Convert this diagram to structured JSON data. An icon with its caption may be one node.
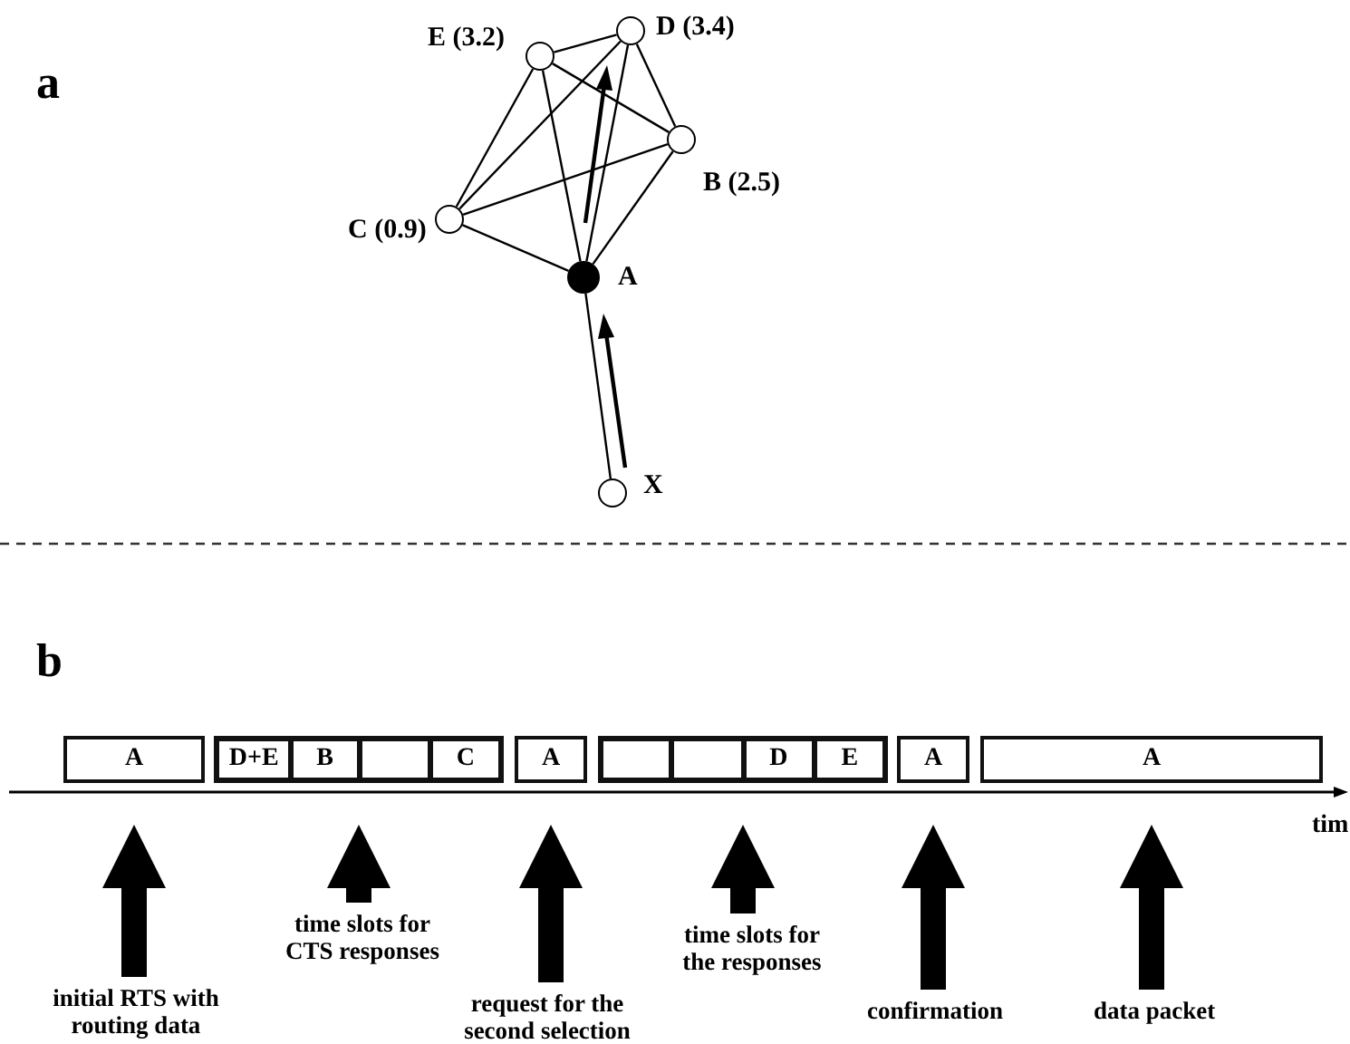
{
  "diagram": {
    "nodes": [
      {
        "text": [],
        "shape": "circle",
        "beside": [
          "E (3.2)"
        ]
      },
      {
        "text": [],
        "shape": "circle",
        "beside": [
          "D (3.4)"
        ]
      },
      {
        "text": [],
        "shape": "circle",
        "beside": [
          "B (2.5)"
        ]
      },
      {
        "text": [],
        "shape": "circle",
        "beside": [
          "C (0.9)"
        ]
      },
      {
        "text": [],
        "shape": "circle",
        "beside": [
          "A"
        ]
      },
      {
        "text": [],
        "shape": "circle",
        "beside": [
          "X"
        ]
      },
      {
        "text": [
          "A"
        ]
      },
      {
        "text": [],
        "shape": "box"
      },
      {
        "text": [
          "D+E"
        ],
        "in": 7
      },
      {
        "text": [
          "B"
        ],
        "in": 7
      },
      {
        "text": [],
        "shape": "box",
        "in": 7
      },
      {
        "text": [
          "C"
        ],
        "in": 7
      },
      {
        "text": [
          "A"
        ]
      },
      {
        "text": [],
        "shape": "box"
      },
      {
        "text": [],
        "shape": "box",
        "in": 13
      },
      {
        "text": [],
        "shape": "box",
        "in": 13
      },
      {
        "text": [
          "D"
        ],
        "in": 13
      },
      {
        "text": [
          "E"
        ],
        "in": 13
      },
      {
        "text": [
          "A"
        ]
      },
      {
        "text": [
          "A"
        ]
      },
      {
        "text": [
          "initial RTS with routing data"
        ]
      },
      {
        "text": [
          "time slots for CTS responses"
        ]
      },
      {
        "text": [
          "request for the second selection"
        ]
      },
      {
        "text": [
          "time slots for the responses"
        ]
      },
      {
        "text": [
          "confirmation"
        ]
      },
      {
        "text": [
          "data packet"
        ]
      }
    ],
    "edges": [
      {
        "from": 0,
        "to": 1,
        "arrow": "none"
      },
      {
        "from": 0,
        "to": 3,
        "arrow": "none"
      },
      {
        "from": 0,
        "to": 4,
        "arrow": "none"
      },
      {
        "from": 0,
        "to": 2,
        "arrow": "none"
      },
      {
        "from": 1,
        "to": 3,
        "arrow": "none"
      },
      {
        "from": 1,
        "to": 4,
        "arrow": "none"
      },
      {
        "from": 1,
        "to": 2,
        "arrow": "none"
      },
      {
        "from": 3,
        "to": 2,
        "arrow": "none"
      },
      {
        "from": 3,
        "to": 4,
        "arrow": "none"
      },
      {
        "from": 2,
        "to": 4,
        "arrow": "none"
      },
      {
        "from": 4,
        "to": 5,
        "arrow": "none"
      },
      {
        "from": 20,
        "to": 6,
        "arrow": "to",
        "style": "thick"
      },
      {
        "from": 21,
        "to": 7,
        "arrow": "to",
        "style": "thick"
      },
      {
        "from": 22,
        "to": 12,
        "arrow": "to",
        "style": "thick"
      },
      {
        "from": 23,
        "to": 13,
        "arrow": "to",
        "style": "thick"
      },
      {
        "from": 24,
        "to": 18,
        "arrow": "to",
        "style": "thick"
      },
      {
        "from": 25,
        "to": 19,
        "arrow": "to",
        "style": "thick"
      }
    ],
    "labels": [
      "a",
      "b",
      "tim"
    ]
  }
}
